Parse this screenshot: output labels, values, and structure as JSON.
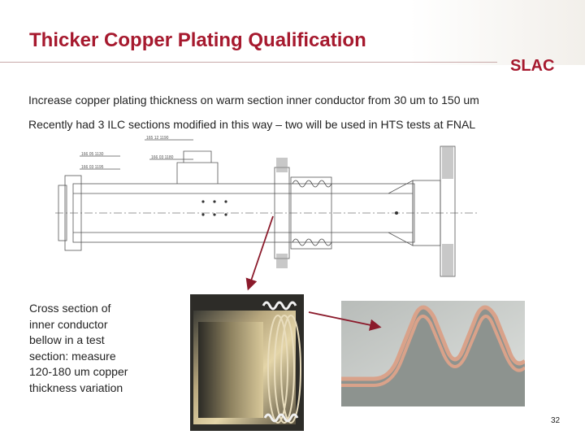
{
  "slide": {
    "title": "Thicker Copper Plating Qualification",
    "logo": "SLAC",
    "bullets": [
      "Increase copper plating thickness on warm section inner conductor from 30 um to 150 um",
      "Recently had 3 ILC sections modified in this way – two will be used in HTS tests at FNAL"
    ],
    "caption_lines": [
      "Cross section of",
      "inner conductor",
      "bellow in a test",
      "section: measure",
      "120-180 um copper",
      "thickness variation"
    ],
    "page_number": "32",
    "drawing_labels": {
      "top": "165 12 1190",
      "left_upper": "166 05 1130",
      "left_lower": "166 03 1195",
      "mid": "166 03 1180"
    }
  },
  "colors": {
    "title": "#a6192e",
    "arrow": "#8b1a2b",
    "copper": "#d9a28a"
  }
}
